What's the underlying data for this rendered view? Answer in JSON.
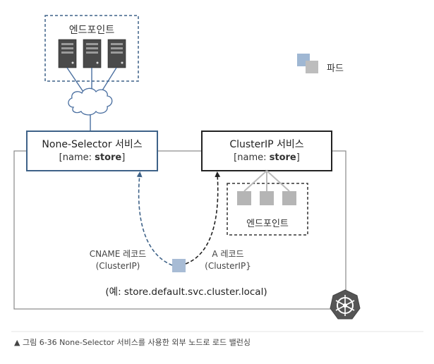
{
  "endpoints_top": {
    "label": "엔드포인트"
  },
  "legend": {
    "pod_label": "파드",
    "pod_colors": [
      "#9fb7d3",
      "#bdbdbd"
    ]
  },
  "none_selector_service": {
    "title": "None-Selector 서비스",
    "name_prefix": "[name: ",
    "name_value": "store",
    "name_suffix": "]",
    "border_color": "#3e6288"
  },
  "clusterip_service": {
    "title": "ClusterIP 서비스",
    "name_prefix": "[name: ",
    "name_value": "store",
    "name_suffix": "]",
    "border_color": "#222222"
  },
  "endpoints_right": {
    "label": "엔드포인트"
  },
  "records": {
    "cname_line1": "CNAME 레코드",
    "cname_line2": "(ClusterIP)",
    "a_line1": "A 레코드",
    "a_line2": "(ClusterIP}"
  },
  "fqdn": "(예: store.default.svc.cluster.local)",
  "caption": "▲ 그림 6-36 None-Selector 서비스를 사용한 외부 노드로 로드 밸런싱",
  "icons": [
    "server-icon",
    "cloud-icon",
    "pod-icon",
    "kubernetes-wheel-icon"
  ]
}
